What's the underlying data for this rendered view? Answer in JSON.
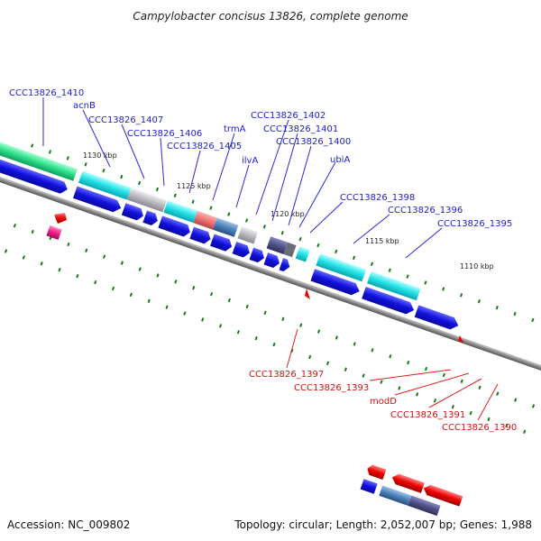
{
  "title": "Campylobacter concisus 13826, complete genome",
  "footer": {
    "accession": "Accession: NC_009802",
    "summary": "Topology: circular; Length: 2,052,007 bp; Genes: 1,988"
  },
  "kbp_labels": [
    "1130 kbp",
    "1125 kbp",
    "1120 kbp",
    "1115 kbp",
    "1110 kbp"
  ],
  "gene_labels_top": [
    "CCC13826_1410",
    "acnB",
    "CCC13826_1407",
    "CCC13826_1406",
    "CCC13826_1405",
    "trmA",
    "ilvA",
    "CCC13826_1402",
    "CCC13826_1401",
    "CCC13826_1400",
    "ubiA",
    "CCC13826_1398",
    "CCC13826_1396",
    "CCC13826_1395"
  ],
  "gene_labels_bottom": [
    "CCC13826_1397",
    "CCC13826_1393",
    "modD",
    "CCC13826_1391",
    "CCC13826_1390"
  ],
  "colors": {
    "forward_cds": "#1010dd",
    "reverse_cds": "#ee0000",
    "backbone": "#888888",
    "tick": "#1a7a1a",
    "label_blue": "#1c1ccc",
    "label_red": "#d01010",
    "cog_cyan": "#22e0e6",
    "cog_green": "#2ee08a",
    "cog_gray": "#b8b8c0",
    "cog_salmon": "#f07070",
    "cog_steel": "#4a80b8",
    "cog_slate": "#505088",
    "cog_pink": "#f0208a"
  }
}
